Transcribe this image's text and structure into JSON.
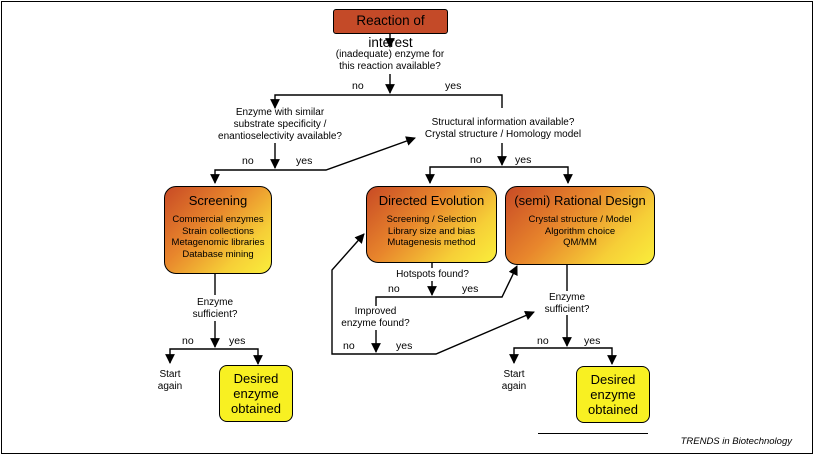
{
  "start": "Reaction of interest",
  "questions": {
    "enzyme_available": [
      "(inadequate) enzyme for",
      "this reaction available?"
    ],
    "similar_enzyme": [
      "Enzyme with similar",
      "substrate specificity /",
      "enantioselectivity available?"
    ],
    "structural_info": [
      "Structural information available?",
      "Crystal structure / Homology model"
    ],
    "hotspots": "Hotspots found?",
    "improved": [
      "Improved",
      "enzyme found?"
    ],
    "sufficient_left": [
      "Enzyme",
      "sufficient?"
    ],
    "sufficient_right": [
      "Enzyme",
      "sufficient?"
    ]
  },
  "answers": {
    "no": "no",
    "yes": "yes"
  },
  "boxes": {
    "screening": {
      "title": "Screening",
      "items": [
        "Commercial enzymes",
        "Strain collections",
        "Metagenomic libraries",
        "Database mining"
      ]
    },
    "directed_evolution": {
      "title": "Directed Evolution",
      "items": [
        "Screening / Selection",
        "Library size and bias",
        "Mutagenesis method"
      ]
    },
    "rational_design": {
      "title": "(semi) Rational Design",
      "items": [
        "Crystal structure / Model",
        "Algorithm choice",
        "QM/MM"
      ]
    }
  },
  "start_again": [
    "Start",
    "again"
  ],
  "desired": [
    "Desired",
    "enzyme",
    "obtained"
  ],
  "credit": "TRENDS in Biotechnology",
  "colors": {
    "start_box": "#c44a28",
    "gradient_from": "#c84a25",
    "gradient_to": "#faee3b",
    "outcome_box": "#f8f022"
  }
}
